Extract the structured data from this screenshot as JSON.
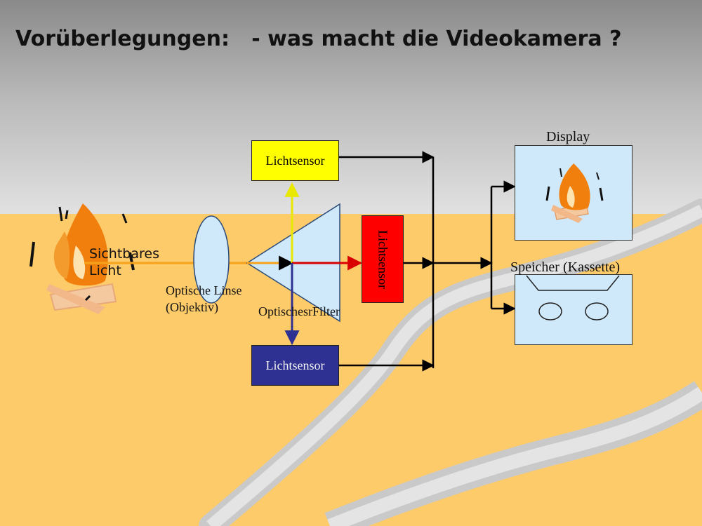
{
  "title": "Vorüberlegungen:   - was macht die Videokamera ?",
  "labels": {
    "light_line1": "Sichtbares",
    "light_line2": "Licht",
    "lens_line1": "Optische Linse",
    "lens_line2": "(Objektiv)",
    "filter": "OptischesrFilter",
    "sensor_top": "Lichtsensor",
    "sensor_red": "Lichtsensor",
    "sensor_blue": "Lichtsensor",
    "display": "Display",
    "storage": "Speicher (Kassette)"
  },
  "colors": {
    "sky_top": "#8a8a8a",
    "sand": "#fdcb6a",
    "road": "#d4d4d4",
    "light_beam": "#f7a21b",
    "sensor_yellow": "#ffff00",
    "sensor_red": "#ff0000",
    "sensor_blue": "#2e3192",
    "optics_fill": "#cfe9fb",
    "flame": "#f07f0e"
  },
  "icons": [
    "campfire-icon",
    "display-campfire-icon",
    "cassette-icon"
  ]
}
